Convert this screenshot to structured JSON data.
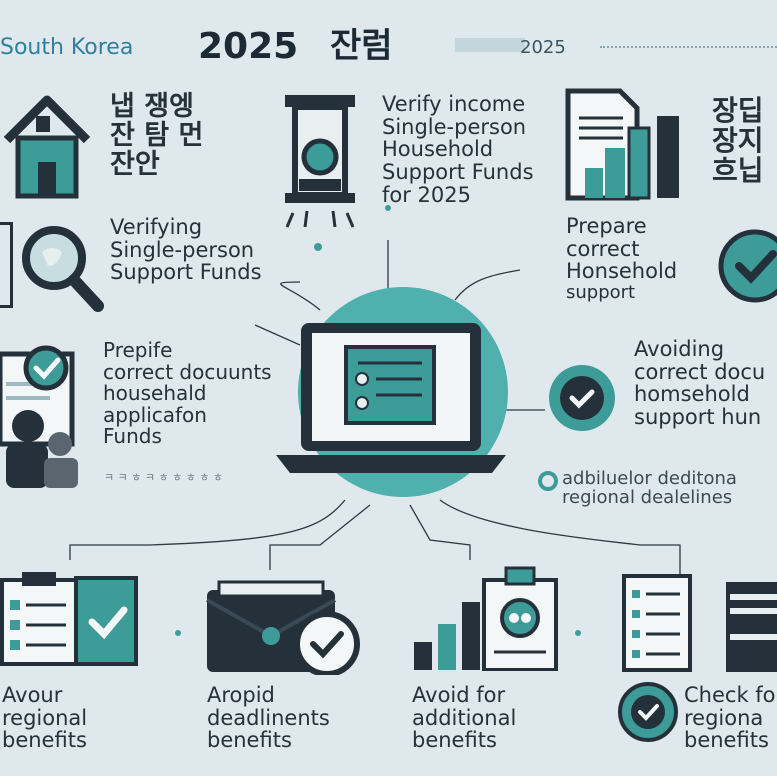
{
  "header": {
    "country": "South Korea",
    "year": "2025",
    "korean_title": "잔럼",
    "year_small": "2025"
  },
  "topleft": {
    "korean_lines": [
      "냅 쟁엥",
      "잔 탐 먼",
      "잔안"
    ],
    "lines": [
      "Verifying",
      "Single-person",
      "Support Funds"
    ]
  },
  "topcenter": {
    "lines": [
      "Verify income",
      "Single-person",
      "Household",
      "Support Funds",
      "for 2025"
    ]
  },
  "topright": {
    "lines": [
      "Prepare",
      "correct",
      "Honsehold",
      "support"
    ],
    "korean_lines": [
      "장딥",
      "장지",
      "흐닙"
    ]
  },
  "midleft": {
    "lines": [
      "Prepife",
      "correct docuunts",
      "househald",
      "applicafon",
      "Funds"
    ],
    "footnote": "ㅋ ㅋ ㅎ ㅋ ㅎ ㅎ ㅎ ㅎ ㅎ"
  },
  "midright": {
    "lines": [
      "Avoiding",
      "correct docu",
      "homsehold",
      "support hun"
    ],
    "sub_lines": [
      "adbiluelor deditona",
      "regional dealelines"
    ]
  },
  "bottom": [
    {
      "lines": [
        "Avour",
        "regional",
        "benefits"
      ]
    },
    {
      "lines": [
        "Aropid",
        "deadlinents",
        "benefits"
      ]
    },
    {
      "lines": [
        "Avoid for",
        "additional",
        "benefits"
      ]
    },
    {
      "lines": [
        "Check fo",
        "regiona",
        "benefits"
      ]
    }
  ],
  "colors": {
    "background": "#dfe8ec",
    "teal": "#3d9c98",
    "dark": "#24313b",
    "hub": "#4fb0ad"
  }
}
